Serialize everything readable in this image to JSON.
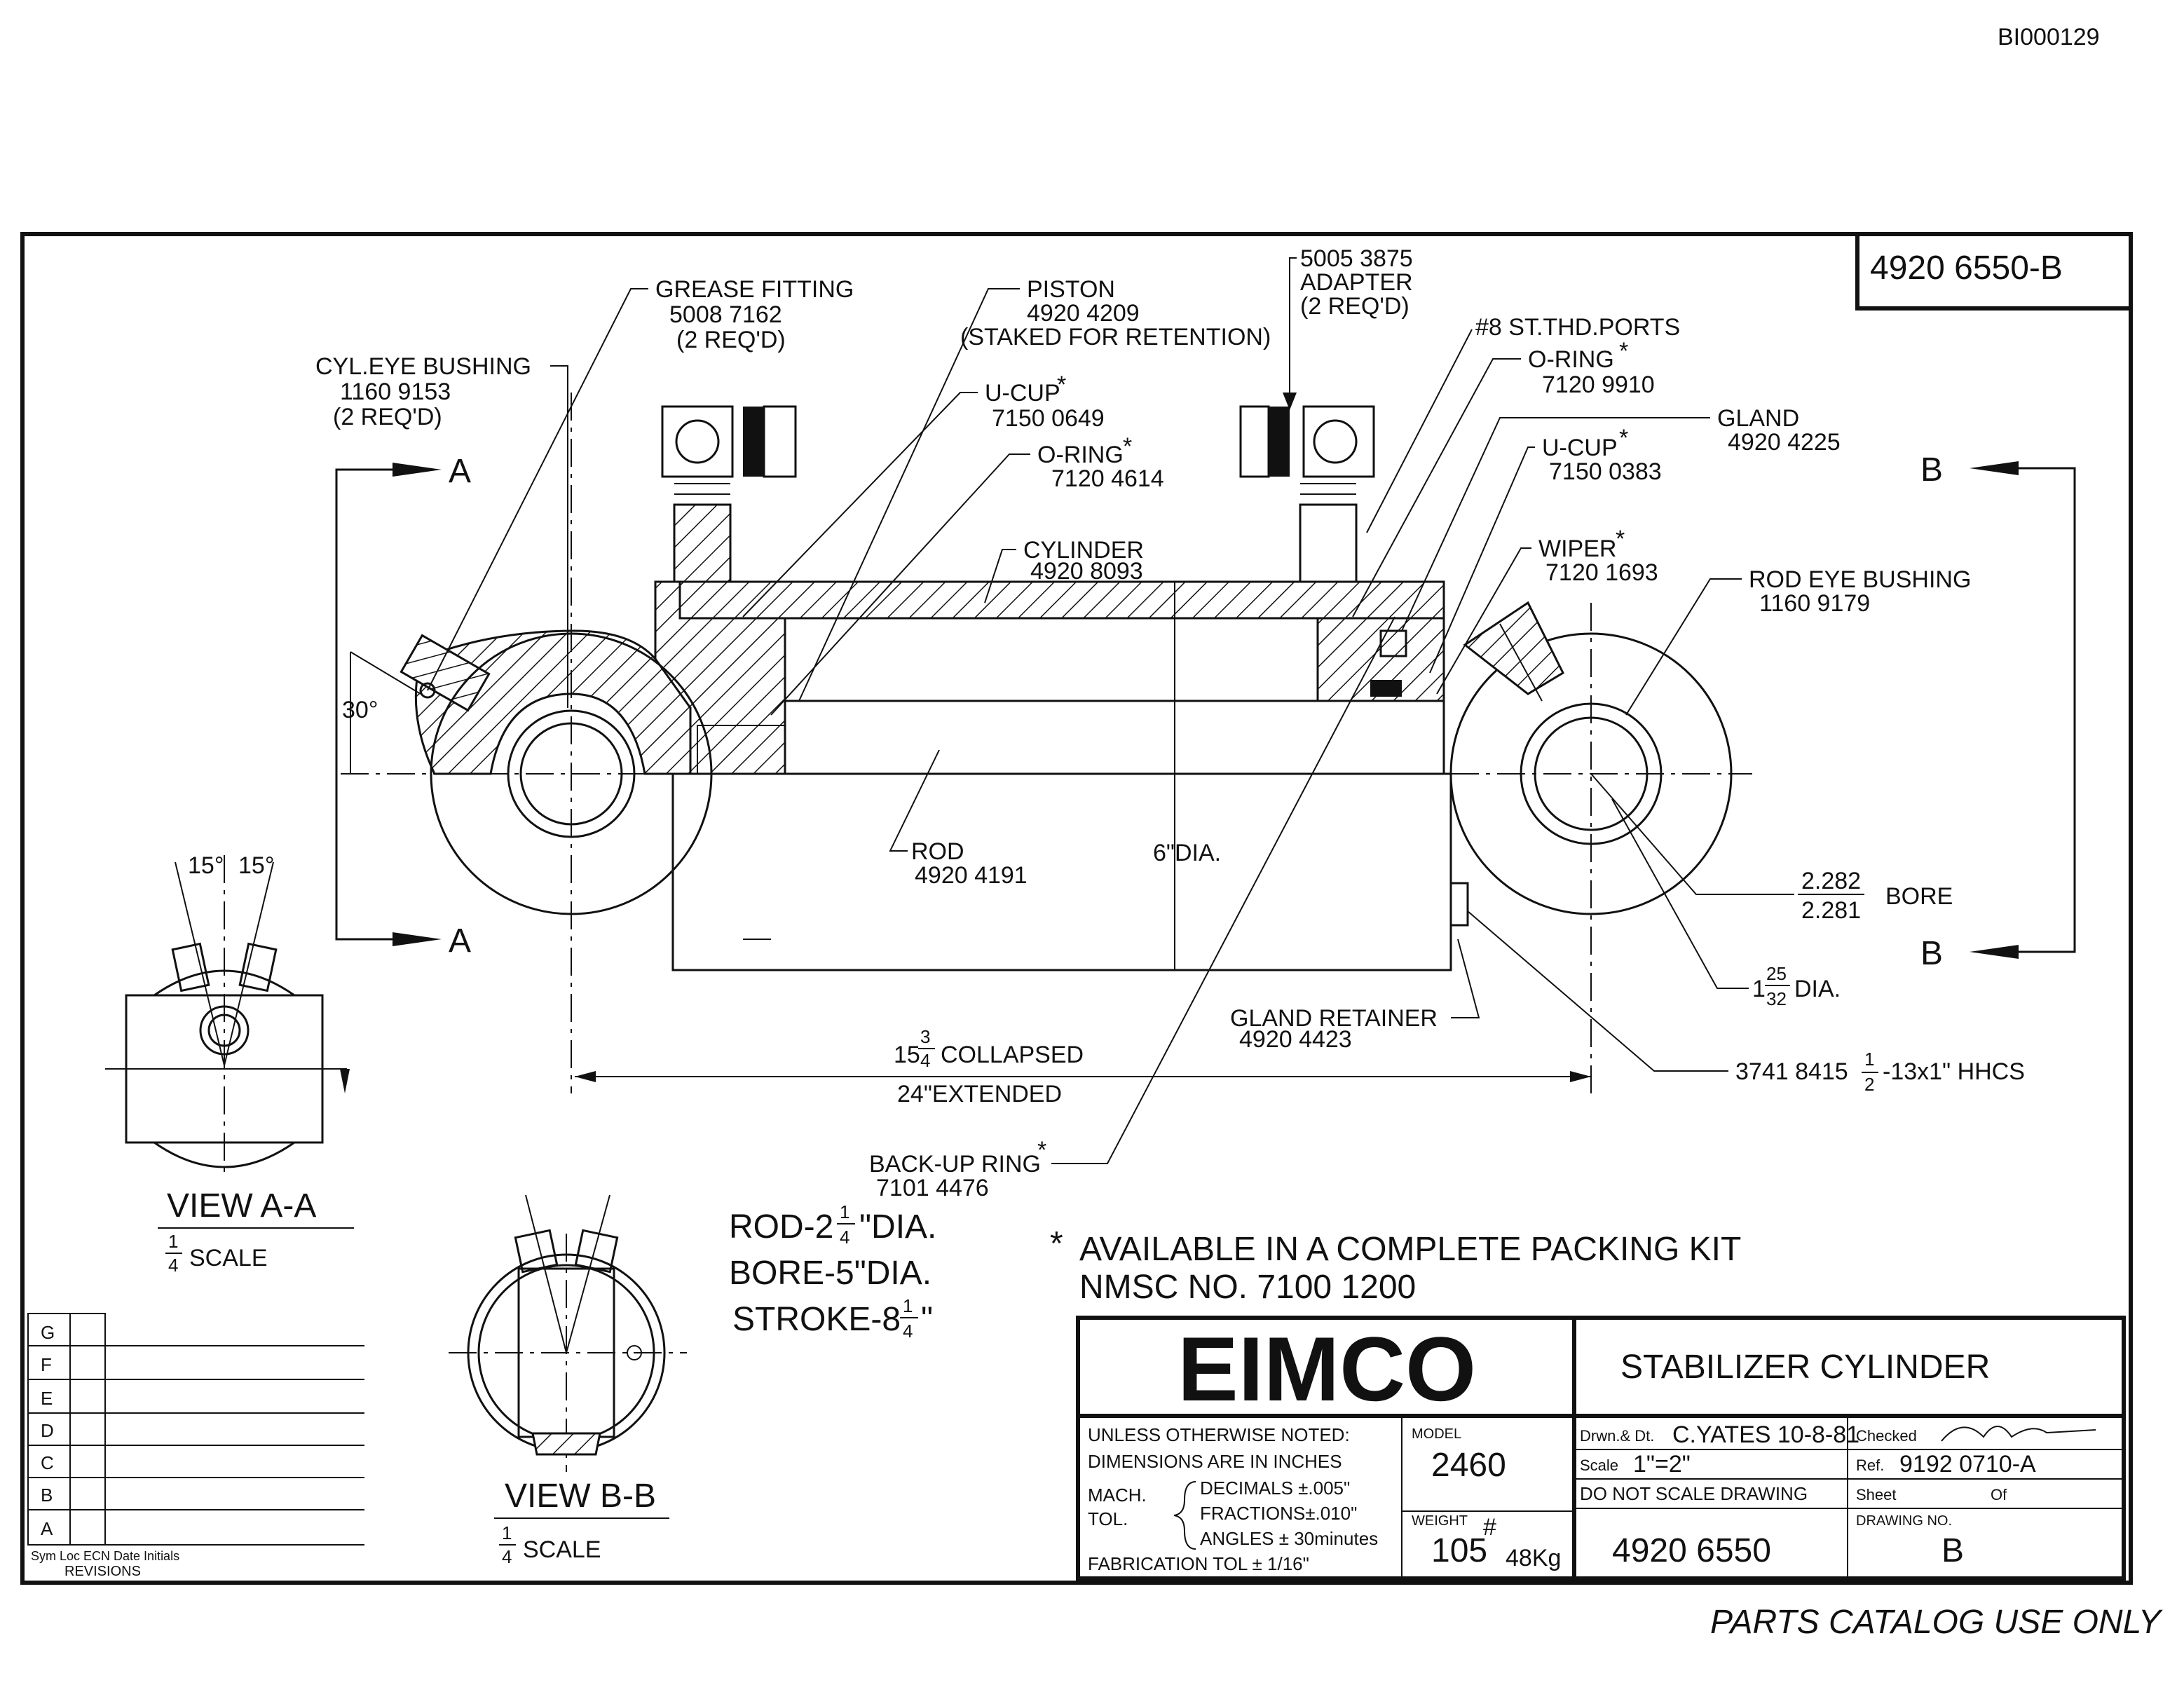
{
  "header": {
    "doc_id": "BI000129",
    "drawing_ref": "4920 6550-B"
  },
  "callouts": {
    "grease_fitting": {
      "name": "GREASE FITTING",
      "part": "5008 7162",
      "qty": "(2 REQ'D)"
    },
    "cyl_eye_bushing": {
      "name": "CYL.EYE BUSHING",
      "part": "1160 9153",
      "qty": "(2 REQ'D)"
    },
    "piston": {
      "name": "PISTON",
      "part": "4920 4209",
      "note": "(STAKED FOR RETENTION)"
    },
    "u_cup_1": {
      "name": "U-CUP",
      "part": "7150 0649"
    },
    "o_ring_1": {
      "name": "O-RING",
      "part": "7120 4614"
    },
    "cylinder": {
      "name": "CYLINDER",
      "part": "4920 8093"
    },
    "adapter": {
      "part": "5005 3875",
      "name": "ADAPTER",
      "qty": "(2 REQ'D)"
    },
    "ports": {
      "name": "#8 ST.THD.PORTS"
    },
    "o_ring_2": {
      "name": "O-RING",
      "part": "7120 9910"
    },
    "gland": {
      "name": "GLAND",
      "part": "4920 4225"
    },
    "u_cup_2": {
      "name": "U-CUP",
      "part": "7150 0383"
    },
    "wiper": {
      "name": "WIPER",
      "part": "7120 1693"
    },
    "rod_eye_bushing": {
      "name": "ROD EYE BUSHING",
      "part": "1160 9179"
    },
    "rod": {
      "name": "ROD",
      "part": "4920 4191"
    },
    "gland_retainer": {
      "name": "GLAND RETAINER",
      "part": "4920 4423"
    },
    "back_up_ring": {
      "name": "BACK-UP RING",
      "part": "7101 4476"
    },
    "hhcs": {
      "text": "3741 8415",
      "size": "-13x1\" HHCS"
    },
    "star": "*"
  },
  "dimensions": {
    "angle_30": "30°",
    "dia_6": "6\"DIA.",
    "collapsed": "COLLAPSED",
    "collapsed_whole": "15",
    "collapsed_num": "3",
    "collapsed_den": "4",
    "extended": "24\"EXTENDED",
    "bore_hi": "2.282",
    "bore_lo": "2.281",
    "bore": "BORE",
    "eye_dia_whole": "1",
    "eye_dia_num": "25",
    "eye_dia_den": "32",
    "eye_dia_suffix": "DIA.",
    "half_num": "1",
    "half_den": "2",
    "angle_15a": "15°",
    "angle_15b": "15°"
  },
  "sections": {
    "a": "A",
    "b": "B",
    "view_aa": "VIEW A-A",
    "view_bb": "VIEW B-B",
    "scale": "SCALE",
    "quarter_num": "1",
    "quarter_den": "4"
  },
  "specs": {
    "rod_prefix": "ROD-2",
    "rod_suffix": "\"DIA.",
    "bore": "BORE-5\"DIA.",
    "stroke_prefix": "STROKE-8",
    "stroke_suffix": "\"",
    "q_num": "1",
    "q_den": "4"
  },
  "kit_note": {
    "line1": "AVAILABLE IN A COMPLETE PACKING KIT",
    "line2": "NMSC NO. 7100 1200"
  },
  "revisions": {
    "rows": [
      "G",
      "F",
      "E",
      "D",
      "C",
      "B",
      "A"
    ],
    "header": "Sym Loc ECN Date Initials",
    "title": "REVISIONS"
  },
  "title_block": {
    "company": "EIMCO",
    "title": "STABILIZER CYLINDER",
    "notes": [
      "UNLESS OTHERWISE NOTED:",
      "DIMENSIONS ARE IN INCHES"
    ],
    "mach": "MACH.",
    "tol": "TOL.",
    "decimals": "DECIMALS ±.005\"",
    "fractions": "FRACTIONS±.010\"",
    "angles": "ANGLES ± 30minutes",
    "fab_tol": "FABRICATION TOL ± 1/16\"",
    "model_label": "MODEL",
    "model": "2460",
    "weight_label": "WEIGHT",
    "weight": "105",
    "weight_unit": "#",
    "weight_kg": "48Kg",
    "drawn_label": "Drwn.& Dt.",
    "drawn": "C.YATES 10-8-81",
    "checked_label": "Checked",
    "scale_label": "Scale",
    "scale": "1\"=2\"",
    "ref_label": "Ref.",
    "ref": "9192 0710-A",
    "do_not_scale": "DO NOT SCALE DRAWING",
    "sheet_label": "Sheet",
    "of_label": "Of",
    "drawing_no": "4920 6550",
    "drawing_no_label": "DRAWING NO.",
    "rev": "B"
  },
  "footer": {
    "note": "PARTS CATALOG USE ONLY"
  }
}
